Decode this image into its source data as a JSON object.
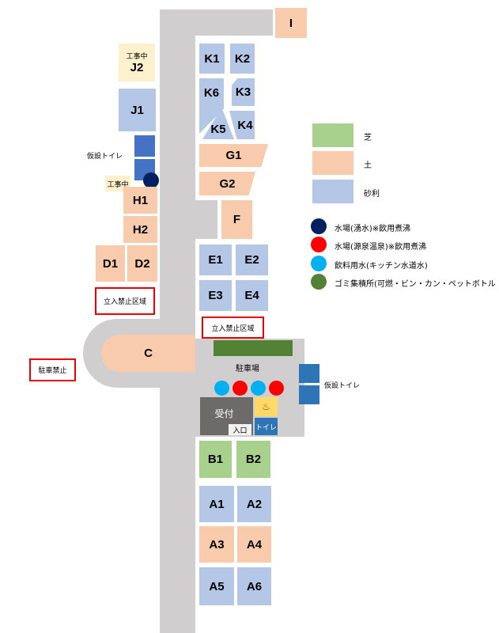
{
  "plots": {
    "I": "I",
    "J2": "J2",
    "J1": "J1",
    "K1": "K1",
    "K2": "K2",
    "K3": "K3",
    "K4": "K4",
    "K5": "K5",
    "K6": "K6",
    "G1": "G1",
    "G2": "G2",
    "F": "F",
    "H1": "H1",
    "H2": "H2",
    "D1": "D1",
    "D2": "D2",
    "E1": "E1",
    "E2": "E2",
    "E3": "E3",
    "E4": "E4",
    "C": "C",
    "B1": "B1",
    "B2": "B2",
    "A1": "A1",
    "A2": "A2",
    "A3": "A3",
    "A4": "A4",
    "A5": "A5",
    "A6": "A6"
  },
  "labels": {
    "under_construction": "工事中",
    "temp_toilet": "仮設トイレ",
    "no_entry": "立入禁止区域",
    "no_parking": "駐車禁止",
    "parking": "駐車場",
    "reception": "受付",
    "entrance": "入口",
    "toilet": "トイレ",
    "onsen": "♨"
  },
  "legend": {
    "surfaces": [
      {
        "label": "芝",
        "color": "#a9d18e"
      },
      {
        "label": "土",
        "color": "#f8cbad"
      },
      {
        "label": "砂利",
        "color": "#b4c7e7"
      }
    ],
    "facilities": [
      {
        "label": "水場(湧水)※飲用煮沸",
        "color": "#002060"
      },
      {
        "label": "水場(源泉温泉)※飲用煮沸",
        "color": "#ff0000"
      },
      {
        "label": "飲料用水(キッチン水道水)",
        "color": "#00b0f0"
      },
      {
        "label": "ゴミ集積所(可燃・ビン・カン・ペットボトル",
        "color": "#548235"
      }
    ]
  }
}
